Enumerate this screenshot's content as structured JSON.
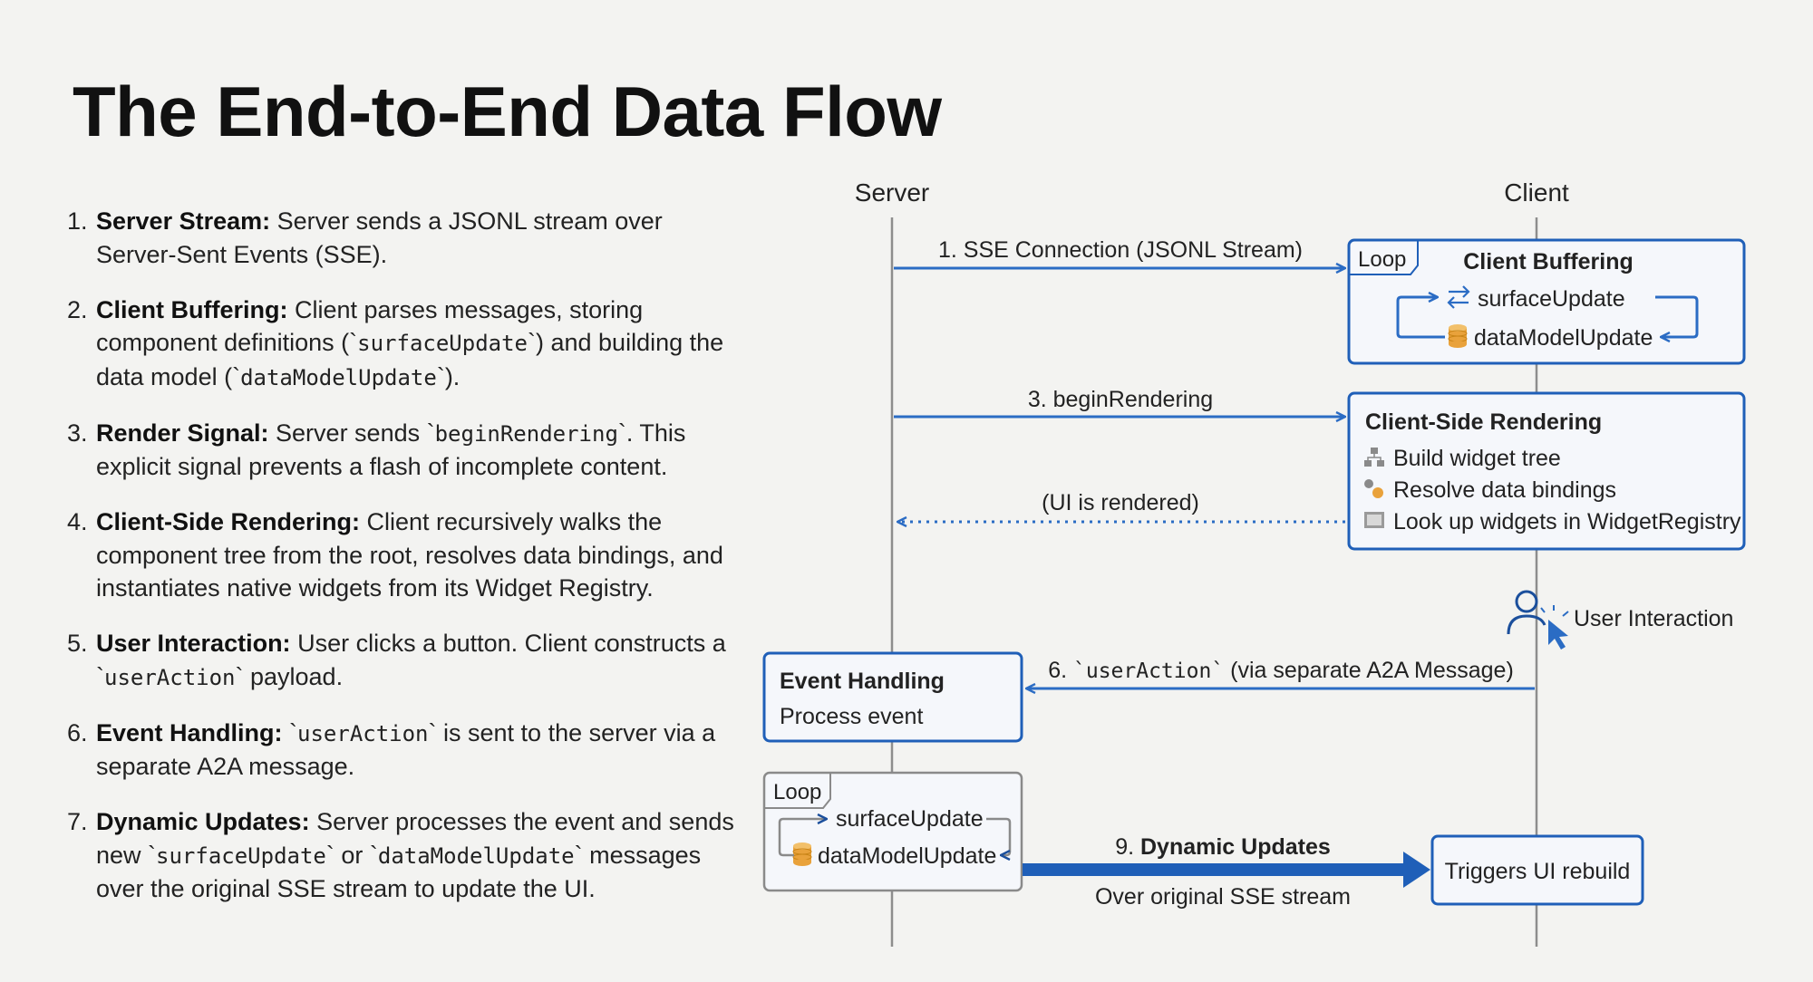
{
  "title": "The End-to-End Data Flow",
  "steps": [
    {
      "num": "1.",
      "head": "Server Stream:",
      "parts": [
        " Server sends a JSONL stream over Server-Sent Events (SSE)."
      ]
    },
    {
      "num": "2.",
      "head": "Client Buffering:",
      "parts": [
        " Client parses messages, storing component definitions (`",
        "surfaceUpdate",
        "`) and building the data model (`",
        "dataModelUpdate",
        "`)."
      ]
    },
    {
      "num": "3.",
      "head": "Render Signal:",
      "parts": [
        " Server sends `",
        "beginRendering",
        "`. This explicit signal prevents a flash of incomplete content."
      ]
    },
    {
      "num": "4.",
      "head": "Client-Side Rendering:",
      "parts": [
        " Client recursively walks the component tree from the root, resolves data bindings, and instantiates native widgets from its Widget Registry."
      ]
    },
    {
      "num": "5.",
      "head": "User Interaction:",
      "parts": [
        " User clicks a button. Client constructs a `",
        "userAction",
        "` payload."
      ]
    },
    {
      "num": "6.",
      "head": "Event Handling:",
      "parts": [
        " `",
        "userAction",
        "` is sent to the server via a separate A2A message."
      ]
    },
    {
      "num": "7.",
      "head": "Dynamic Updates:",
      "parts": [
        " Server processes the event and sends new `",
        "surfaceUpdate",
        "` or `",
        "dataModelUpdate",
        "` messages over the original SSE stream to update the UI."
      ]
    }
  ],
  "diagram": {
    "server_label": "Server",
    "client_label": "Client",
    "msg1_label": "1. SSE Connection (JSONL Stream)",
    "client_loop": {
      "tag": "Loop",
      "title": "Client Buffering",
      "item1": "surfaceUpdate",
      "item2": "dataModelUpdate"
    },
    "msg3_label": "3. beginRendering",
    "rendering_box": {
      "title": "Client-Side Rendering",
      "items": [
        "Build widget tree",
        "Resolve data bindings",
        "Look up widgets in WidgetRegistry"
      ]
    },
    "rendered_label": "(UI is rendered)",
    "user_interaction_label": "User Interaction",
    "msg6": {
      "prefix": "6. ",
      "code": "`userAction`",
      "suffix": " (via separate A2A Message)"
    },
    "event_box": {
      "title": "Event Handling",
      "subtitle": "Process event"
    },
    "server_loop": {
      "tag": "Loop",
      "item1": "surfaceUpdate",
      "item2": "dataModelUpdate"
    },
    "msg9": {
      "prefix": "9. ",
      "bold": "Dynamic Updates",
      "sub": "Over original SSE stream"
    },
    "rebuild_label": "Triggers UI rebuild"
  },
  "colors": {
    "accent_blue": "#1f5fb8",
    "arrow_blue": "#2b6cc4",
    "dark_blue": "#1b4f9c",
    "lifeline": "#8d8d8d",
    "db_orange": "#e9a23b"
  }
}
